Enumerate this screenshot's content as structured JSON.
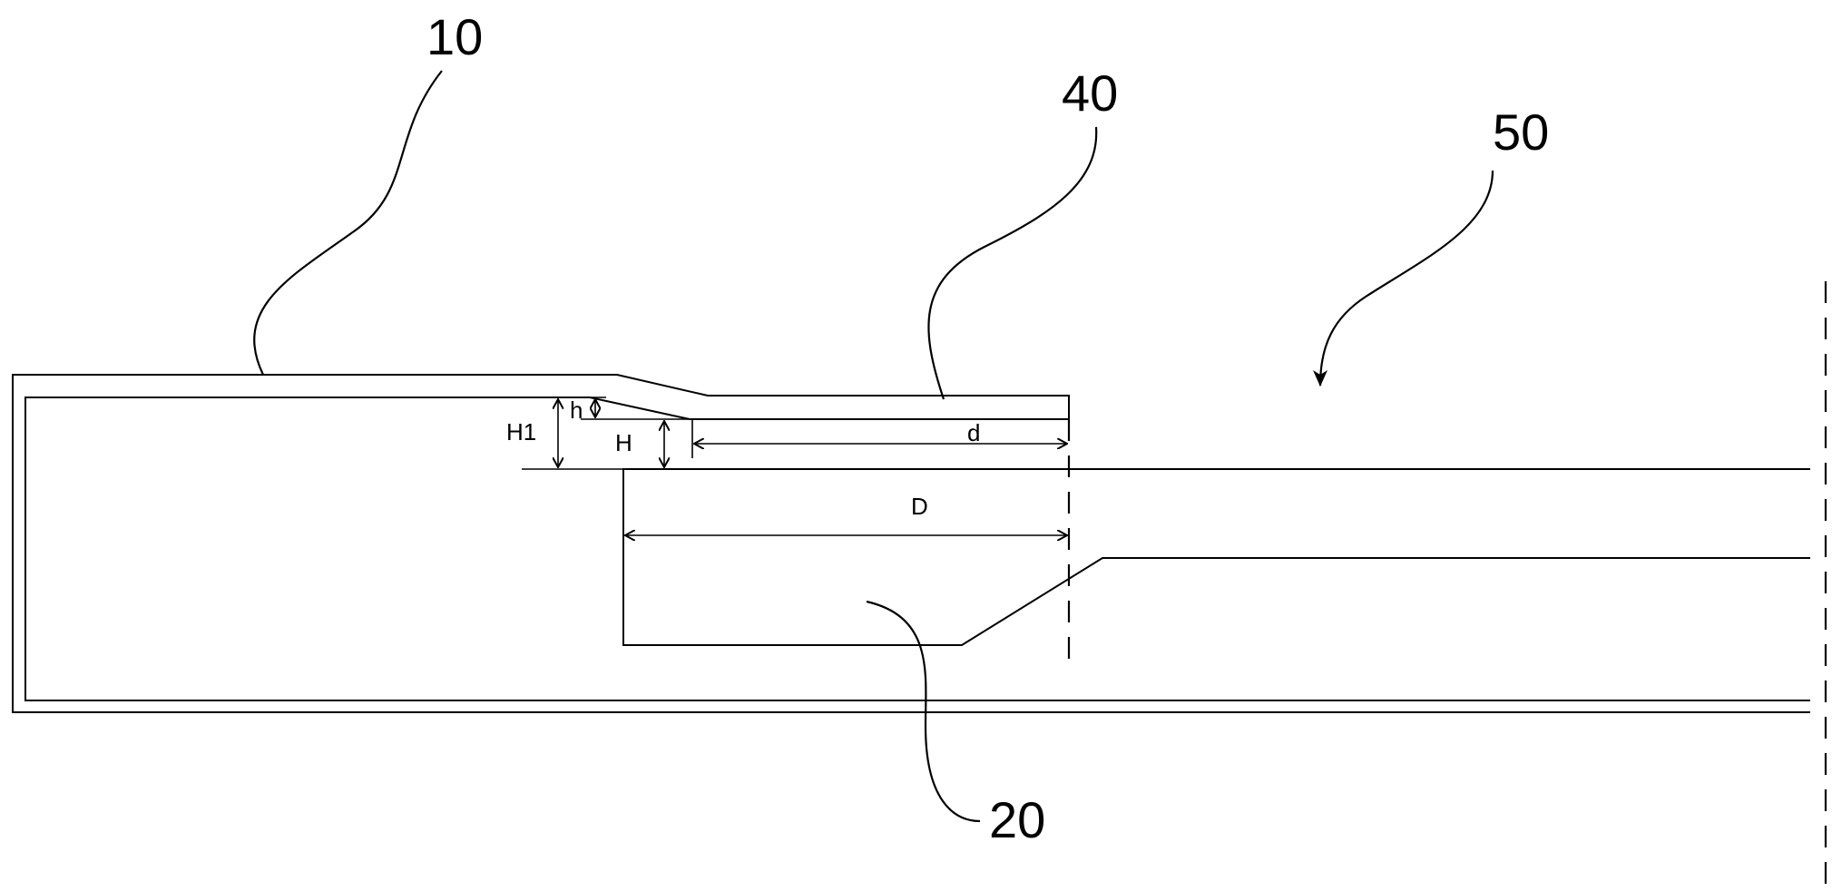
{
  "reference_labels": {
    "part_10": "10",
    "part_40": "40",
    "part_50": "50",
    "part_20": "20"
  },
  "dimension_labels": {
    "h": "h",
    "H1": "H1",
    "H": "H",
    "d": "d",
    "D": "D"
  }
}
